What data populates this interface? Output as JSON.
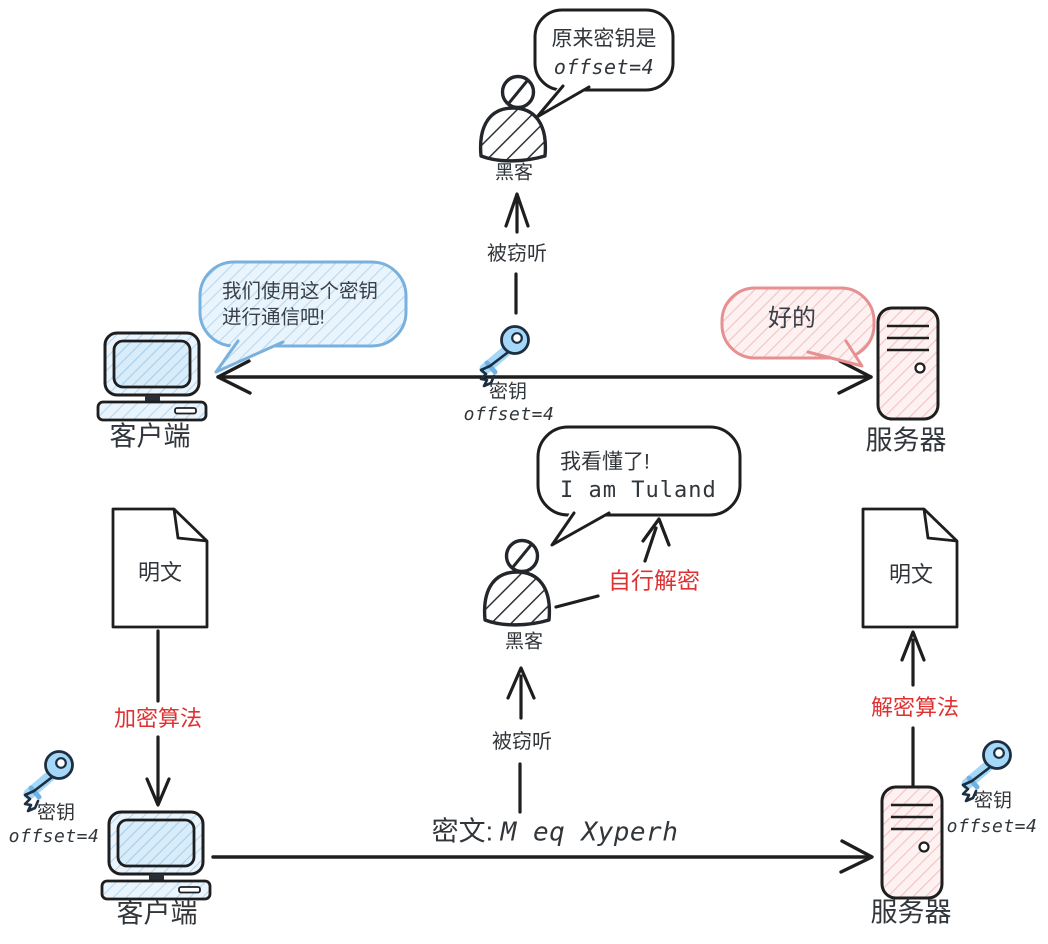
{
  "colors": {
    "ink": "#1e1e1e",
    "text": "#31363b",
    "red_label": "#e03131",
    "blue_stroke": "#79b1de",
    "blue_fill": "#e8f3fb",
    "pink_stroke": "#e79092",
    "pink_fill": "#fdf0f0",
    "key_blue": "#a5d8f8"
  },
  "top": {
    "hacker_bubble": {
      "line1": "原来密钥是",
      "line2": "offset=4"
    },
    "hacker_label": "黑客",
    "eavesdrop_label": "被窃听",
    "key_label": "密钥",
    "key_value": "offset=4",
    "client_bubble": {
      "line1": "我们使用这个密钥",
      "line2": "进行通信吧!"
    },
    "client_label": "客户端",
    "server_bubble": "好的",
    "server_label": "服务器"
  },
  "bottom": {
    "plaintext_left": "明文",
    "encrypt_label": "加密算法",
    "key_left_label": "密钥",
    "key_left_value": "offset=4",
    "client_label": "客户端",
    "cipher_prefix": "密文:",
    "cipher_value": "M eq Xyperh",
    "eavesdrop_label": "被窃听",
    "hacker_label": "黑客",
    "hacker_bubble": {
      "line1": "我看懂了!",
      "line2": "I am Tuland"
    },
    "self_decrypt_label": "自行解密",
    "plaintext_right": "明文",
    "decrypt_label": "解密算法",
    "key_right_label": "密钥",
    "key_right_value": "offset=4",
    "server_label": "服务器"
  }
}
